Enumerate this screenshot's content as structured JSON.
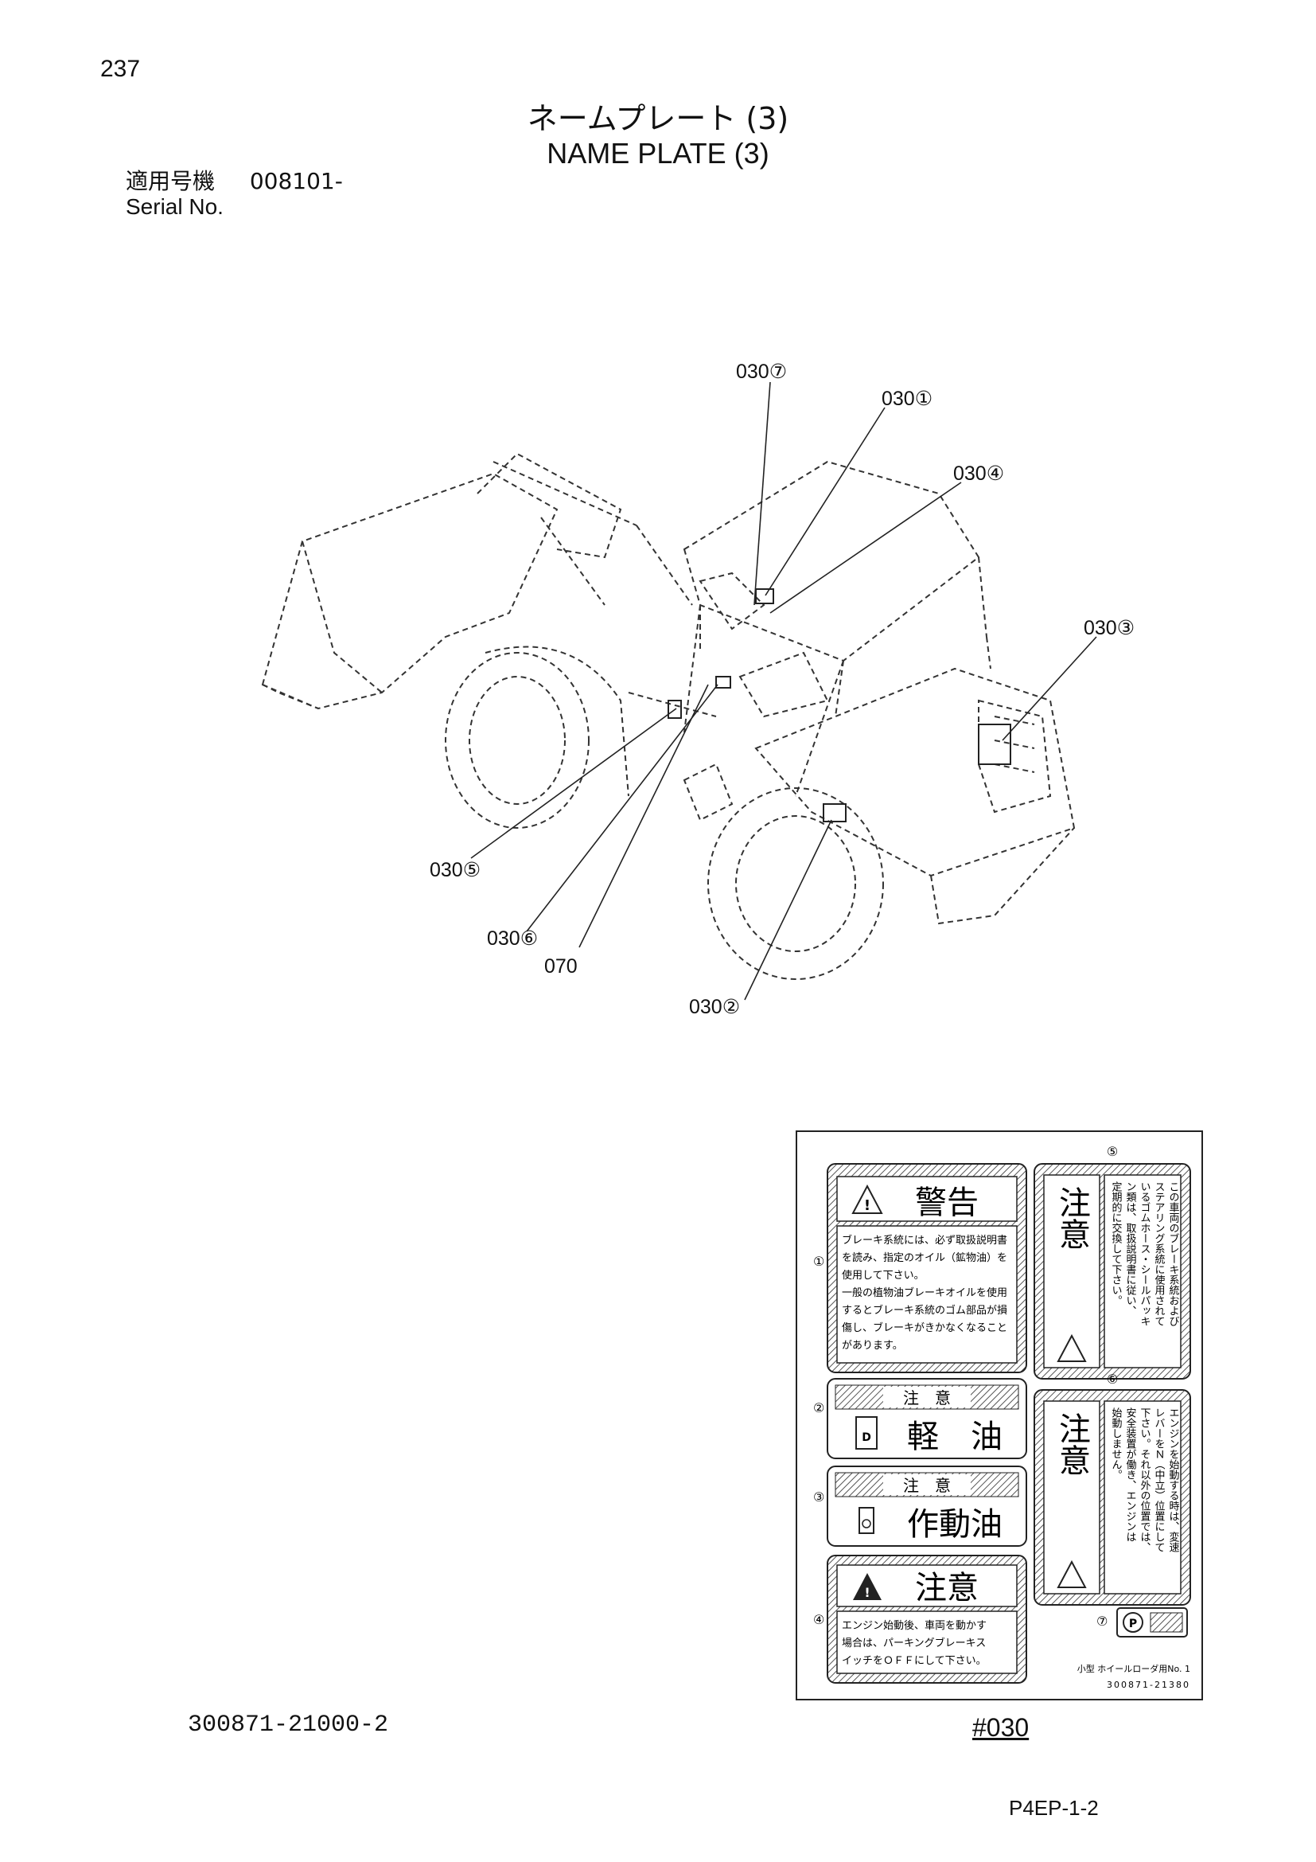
{
  "header": {
    "page_number": "237",
    "title_jp": "ネームプレート (3)",
    "title_en": "NAME PLATE (3)",
    "serial_label_jp": "適用号機",
    "serial_value": "008101-",
    "serial_label_en": "Serial No."
  },
  "callouts": {
    "c7": "030⑦",
    "c1": "030①",
    "c4": "030④",
    "c3": "030③",
    "c5": "030⑤",
    "c6": "030⑥",
    "c070": "070",
    "c2": "030②"
  },
  "decal_sheet": {
    "part_label": "#030",
    "plate1": {
      "num": "①",
      "heading": "警告",
      "lines": [
        "ブレーキ系統には、必ず取扱説明書",
        "を読み、指定のオイル（鉱物油）を",
        "使用して下さい。",
        "一般の植物油ブレーキオイルを使用",
        "するとブレーキ系統のゴム部品が損",
        "傷し、ブレーキがきかなくなること",
        "があります。"
      ]
    },
    "plate2": {
      "num": "②",
      "heading": "注　意",
      "text": "軽　油"
    },
    "plate3": {
      "num": "③",
      "heading": "注　意",
      "text": "作動油"
    },
    "plate4": {
      "num": "④",
      "heading": "注意",
      "lines": [
        "エンジン始動後、車両を動かす",
        "場合は、パーキングブレーキス",
        "イッチをＯＦＦにして下さい。"
      ]
    },
    "plate5": {
      "num": "⑤",
      "heading": "注意",
      "lines": [
        "この車両のブレーキ系統および",
        "ステアリング系統に使用されて",
        "いるゴムホース・シールパッキ",
        "ン類は、取扱説明書に従い、",
        "定期的に交換して下さい。"
      ]
    },
    "plate6": {
      "num": "⑥",
      "heading": "注意",
      "lines": [
        "エンジンを始動する時は、変速",
        "レバーをＮ（中立）位置にして",
        "下さい。それ以外の位置では、",
        "安全装置が働き、エンジンは",
        "始動しません。"
      ]
    },
    "plate7": {
      "num": "⑦",
      "symbol": "P"
    },
    "sheet_caption": "小型 ホイールローダ用No. 1",
    "sheet_code": "300871-21380"
  },
  "footer": {
    "doc_code": "300871-21000-2",
    "page_ref": "P4EP-1-2"
  }
}
